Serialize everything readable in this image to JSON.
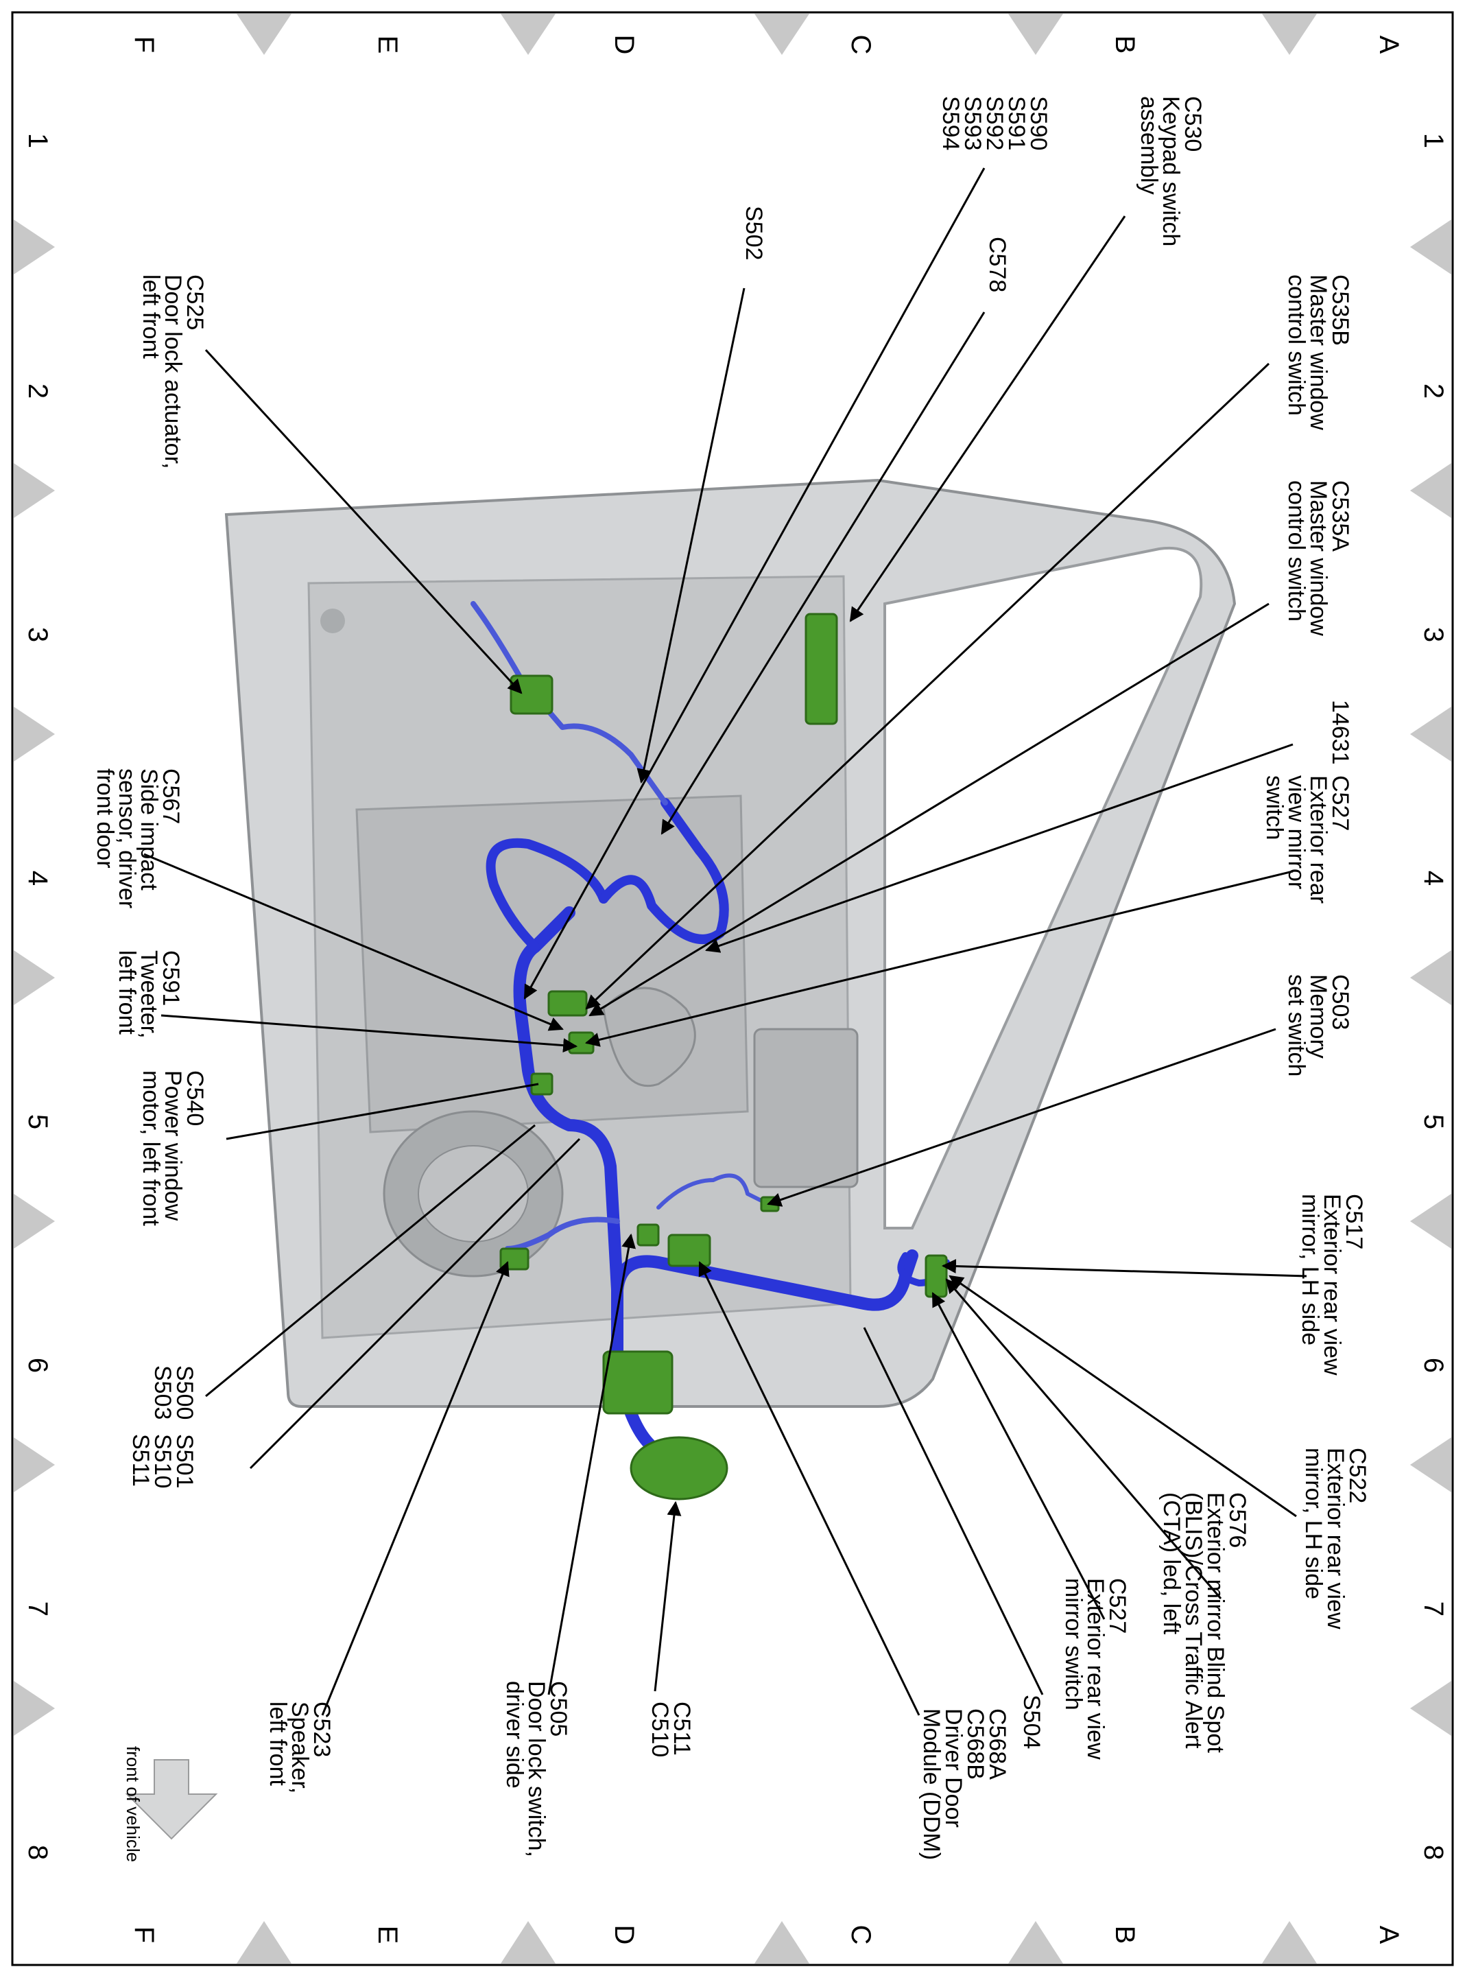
{
  "grid": {
    "rows": [
      "A",
      "B",
      "C",
      "D",
      "E",
      "F"
    ],
    "columns": [
      "1",
      "2",
      "3",
      "4",
      "5",
      "6",
      "7",
      "8"
    ]
  },
  "front_of_vehicle": "front of vehicle",
  "callouts": [
    {
      "id": "c530",
      "lines": [
        "C530",
        "Keypad switch",
        "assembly"
      ]
    },
    {
      "id": "s590",
      "lines": [
        "S590",
        "S591",
        "S592",
        "S593",
        "S594"
      ]
    },
    {
      "id": "s502",
      "lines": [
        "S502"
      ]
    },
    {
      "id": "c578",
      "lines": [
        "C578"
      ]
    },
    {
      "id": "c535b",
      "lines": [
        "C535B",
        "Master window",
        "control switch"
      ]
    },
    {
      "id": "c525",
      "lines": [
        "C525",
        "Door lock actuator,",
        "left front"
      ]
    },
    {
      "id": "c535a",
      "lines": [
        "C535A",
        "Master window",
        "control switch"
      ]
    },
    {
      "id": "14631",
      "lines": [
        "14631"
      ]
    },
    {
      "id": "c527a",
      "lines": [
        "C527",
        "Exterior rear",
        "view mirror",
        "switch"
      ]
    },
    {
      "id": "c567",
      "lines": [
        "C567",
        "Side impact",
        "sensor, driver",
        "front door"
      ]
    },
    {
      "id": "c503",
      "lines": [
        "C503",
        "Memory",
        "set switch"
      ]
    },
    {
      "id": "c591",
      "lines": [
        "C591",
        "Tweeter,",
        "left front"
      ]
    },
    {
      "id": "c540",
      "lines": [
        "C540",
        "Power window",
        "motor, left front"
      ]
    },
    {
      "id": "c517",
      "lines": [
        "C517",
        "Exterior rear view",
        "mirror, LH side"
      ]
    },
    {
      "id": "s500",
      "lines": [
        "S500",
        "S503"
      ]
    },
    {
      "id": "s501",
      "lines": [
        "S501",
        "S510",
        "S511"
      ]
    },
    {
      "id": "c522",
      "lines": [
        "C522",
        "Exterior rear view",
        "mirror, LH side"
      ]
    },
    {
      "id": "c576",
      "lines": [
        "C576",
        "Exterior mirror Blind Spot",
        "(BLIS)/Cross Traffic Alert",
        "(CTA) led, left"
      ]
    },
    {
      "id": "c527b",
      "lines": [
        "C527",
        "Exterior rear view",
        "mirror switch"
      ]
    },
    {
      "id": "s504",
      "lines": [
        "S504"
      ]
    },
    {
      "id": "c568",
      "lines": [
        "C568A",
        "C568B",
        "Driver Door",
        "Module (DDM)"
      ]
    },
    {
      "id": "c511",
      "lines": [
        "C511",
        "C510"
      ]
    },
    {
      "id": "c505",
      "lines": [
        "C505",
        "Door lock switch,",
        "driver side"
      ]
    },
    {
      "id": "c523",
      "lines": [
        "C523",
        "Speaker,",
        "left front"
      ]
    }
  ],
  "colors": {
    "harness": "#2a35d8",
    "connector": "#4a9a2c",
    "door": "#c9cbcd",
    "marker": "#c8c8c8"
  }
}
